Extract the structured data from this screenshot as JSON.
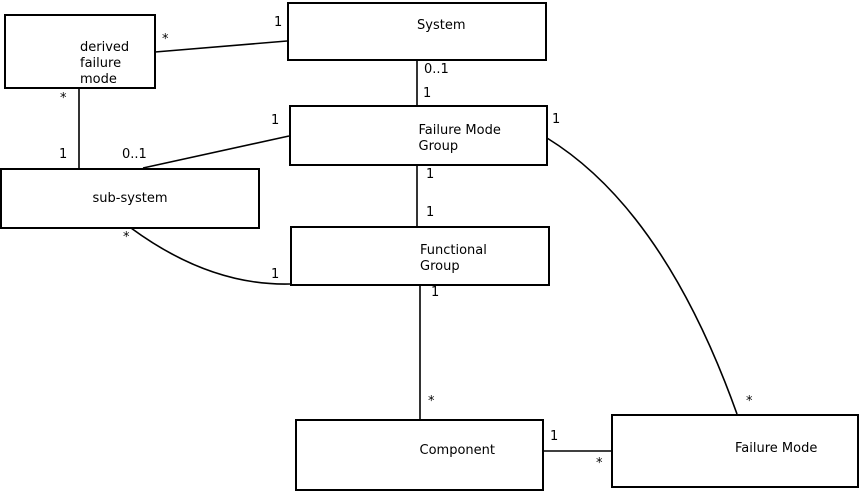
{
  "diagram": {
    "background_color": "#ffffff",
    "line_color": "#000000",
    "text_color": "#000000",
    "boxes": {
      "derived_failure_mode": {
        "label": "derived\nfailure\nmode"
      },
      "system": {
        "label": "System"
      },
      "failure_mode_group": {
        "label": "Failure Mode\nGroup"
      },
      "sub_system": {
        "label": "sub-system"
      },
      "functional_group": {
        "label": "Functional\nGroup"
      },
      "component": {
        "label": "Component"
      },
      "failure_mode": {
        "label": "Failure Mode"
      }
    },
    "relationships": [
      {
        "source": "derived_failure_mode",
        "target": "system",
        "source_mult": "*",
        "target_mult": "1"
      },
      {
        "source": "system",
        "target": "failure_mode_group",
        "source_mult": "0..1",
        "target_mult": "1"
      },
      {
        "source": "failure_mode_group",
        "target": "functional_group",
        "source_mult": "1",
        "target_mult": "1"
      },
      {
        "source": "sub_system",
        "target": "failure_mode_group",
        "source_mult": "0..1",
        "target_mult": "1"
      },
      {
        "source": "derived_failure_mode",
        "target": "sub_system",
        "source_mult": "*",
        "target_mult": "1"
      },
      {
        "source": "sub_system",
        "target": "functional_group",
        "source_mult": "*",
        "target_mult": "1"
      },
      {
        "source": "failure_mode_group",
        "target": "failure_mode",
        "source_mult": "1",
        "target_mult": "*"
      },
      {
        "source": "functional_group",
        "target": "component",
        "source_mult": "1",
        "target_mult": "*"
      },
      {
        "source": "component",
        "target": "failure_mode",
        "source_mult": "1",
        "target_mult": "*"
      }
    ]
  }
}
